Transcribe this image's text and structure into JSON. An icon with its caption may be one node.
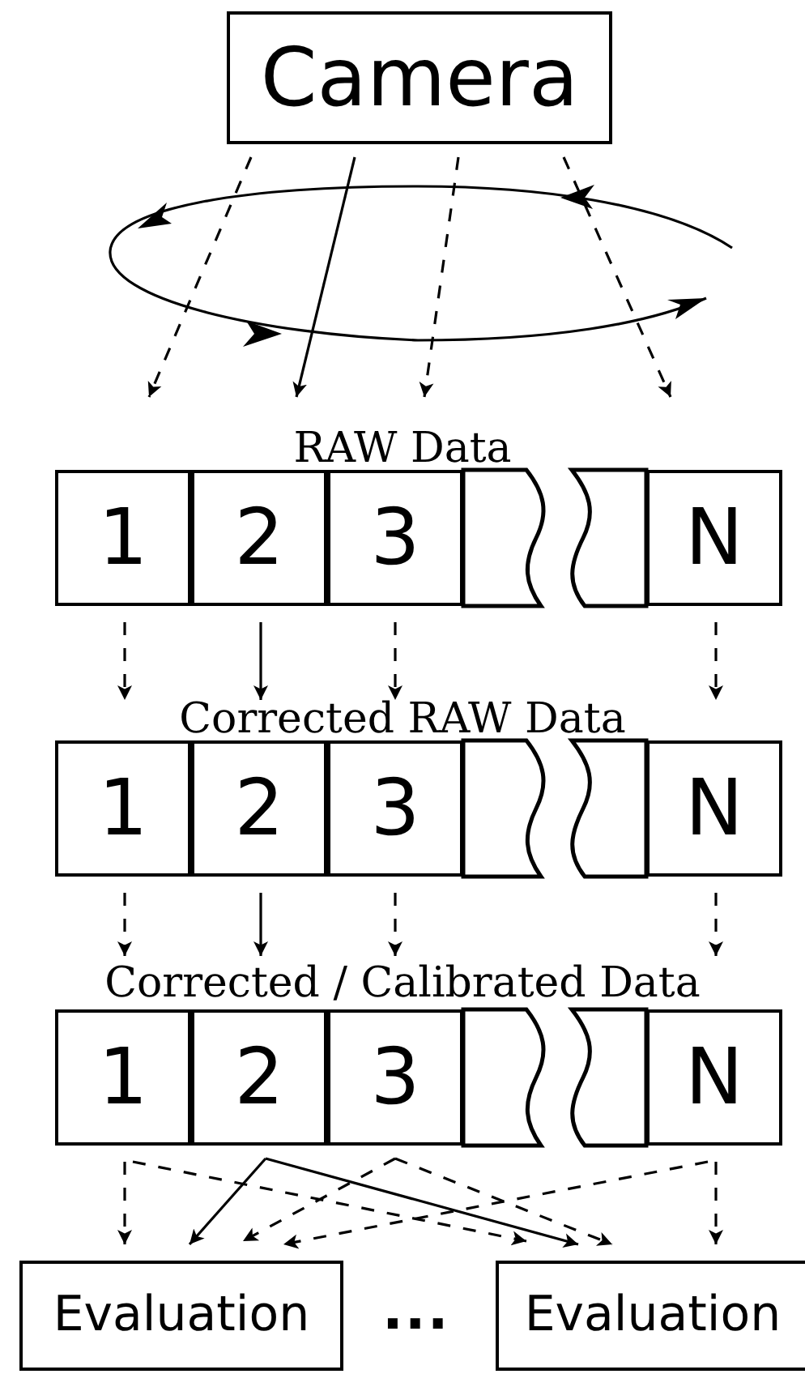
{
  "diagram": {
    "nodes": [
      {
        "text": [
          "Camera"
        ]
      },
      {
        "text": [
          "1"
        ]
      },
      {
        "text": [
          "2"
        ]
      },
      {
        "text": [
          "3"
        ]
      },
      {
        "text": [],
        "shape": "box"
      },
      {
        "text": [],
        "shape": "box"
      },
      {
        "text": [
          "N"
        ]
      },
      {
        "text": [
          "1"
        ]
      },
      {
        "text": [
          "2"
        ]
      },
      {
        "text": [
          "3"
        ]
      },
      {
        "text": [],
        "shape": "box"
      },
      {
        "text": [],
        "shape": "box"
      },
      {
        "text": [
          "N"
        ]
      },
      {
        "text": [
          "1"
        ]
      },
      {
        "text": [
          "2"
        ]
      },
      {
        "text": [
          "3"
        ]
      },
      {
        "text": [],
        "shape": "box"
      },
      {
        "text": [],
        "shape": "box"
      },
      {
        "text": [
          "N"
        ]
      },
      {
        "text": [
          "Evaluation"
        ]
      },
      {
        "text": [
          "Evaluation"
        ]
      }
    ],
    "edges": [
      {
        "from": 0,
        "to": 1,
        "arrow": "to",
        "style": "dashed"
      },
      {
        "from": 0,
        "to": 2,
        "arrow": "to"
      },
      {
        "from": 0,
        "to": 3,
        "arrow": "to",
        "style": "dashed"
      },
      {
        "from": 0,
        "to": 6,
        "arrow": "to",
        "style": "dashed"
      },
      {
        "from": 1,
        "to": 7,
        "arrow": "to",
        "style": "dashed"
      },
      {
        "from": 2,
        "to": 8,
        "arrow": "to"
      },
      {
        "from": 3,
        "to": 9,
        "arrow": "to",
        "style": "dashed"
      },
      {
        "from": 6,
        "to": 12,
        "arrow": "to",
        "style": "dashed"
      },
      {
        "from": 7,
        "to": 13,
        "arrow": "to",
        "style": "dashed"
      },
      {
        "from": 8,
        "to": 14,
        "arrow": "to"
      },
      {
        "from": 9,
        "to": 15,
        "arrow": "to",
        "style": "dashed"
      },
      {
        "from": 12,
        "to": 18,
        "arrow": "to",
        "style": "dashed"
      },
      {
        "from": 13,
        "to": 19,
        "arrow": "to",
        "style": "dashed"
      },
      {
        "from": 13,
        "to": 20,
        "arrow": "to",
        "style": "dashed"
      },
      {
        "from": 14,
        "to": 19,
        "arrow": "to"
      },
      {
        "from": 14,
        "to": 20,
        "arrow": "to"
      },
      {
        "from": 15,
        "to": 19,
        "arrow": "to",
        "style": "dashed"
      },
      {
        "from": 15,
        "to": 20,
        "arrow": "to",
        "style": "dashed"
      },
      {
        "from": 18,
        "to": 19,
        "arrow": "to",
        "style": "dashed"
      },
      {
        "from": 18,
        "to": 20,
        "arrow": "to",
        "style": "dashed"
      }
    ],
    "labels": [
      "RAW Data",
      "Corrected RAW Data",
      "Corrected / Calibrated Data",
      "..."
    ]
  }
}
